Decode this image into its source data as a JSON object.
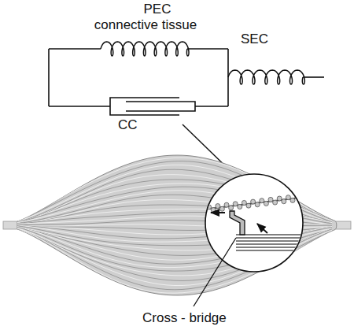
{
  "diagram": {
    "labels": [
      "PEC connective tissue",
      "SEC",
      "CC",
      "Cross - bridge"
    ]
  }
}
